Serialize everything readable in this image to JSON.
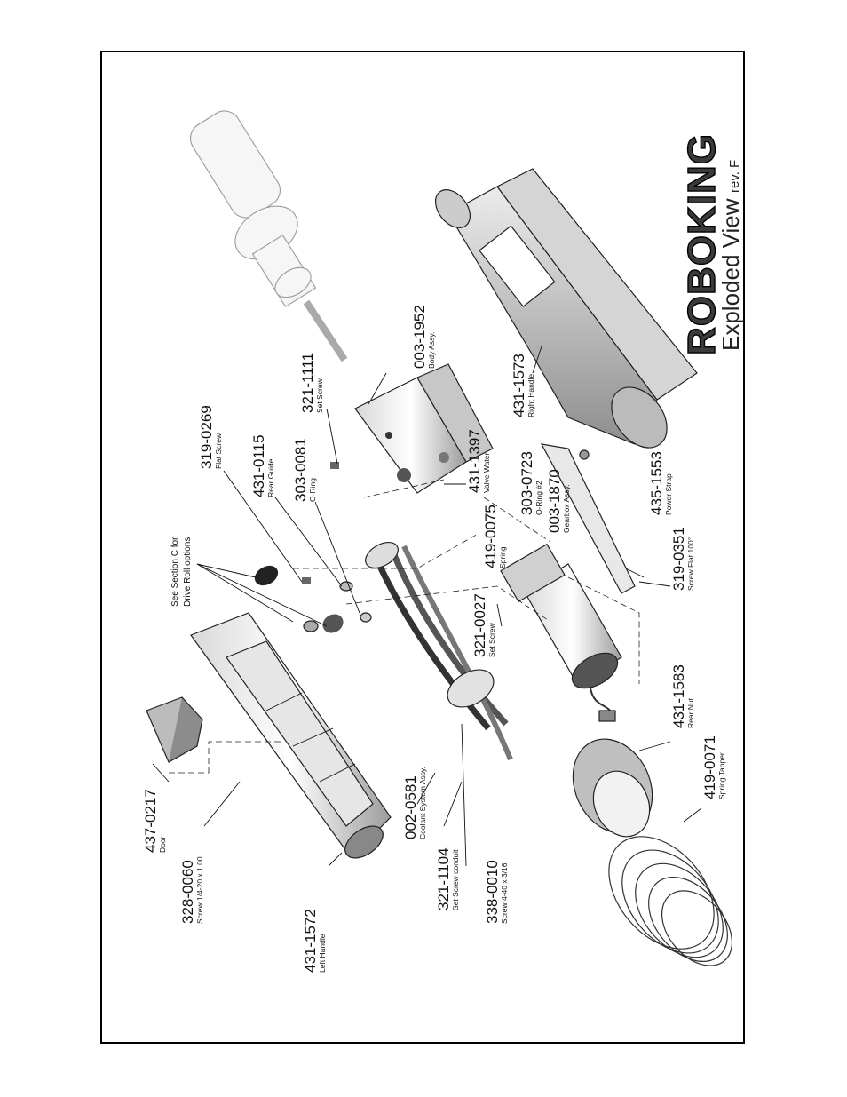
{
  "title": {
    "brand": "ROBOKING",
    "subtitle": "Exploded View",
    "revision": "rev. F"
  },
  "note": {
    "line1": "See Section C for",
    "line2": "Drive Roll options"
  },
  "parts": [
    {
      "number": "437-0217",
      "description": "Door"
    },
    {
      "number": "328-0060",
      "description": "Screw 1/4-20 x 1.00"
    },
    {
      "number": "431-1572",
      "description": "Left Handle"
    },
    {
      "number": "002-0581",
      "description": "Coolant System Assy."
    },
    {
      "number": "321-1104",
      "description": "Set Screw conduit"
    },
    {
      "number": "338-0010",
      "description": "Screw 4-40 x 3/16"
    },
    {
      "number": "319-0269",
      "description": "Flat Screw"
    },
    {
      "number": "431-0115",
      "description": "Rear Guide"
    },
    {
      "number": "303-0081",
      "description": "O-Ring"
    },
    {
      "number": "321-1111",
      "description": "Set Screw"
    },
    {
      "number": "003-1952",
      "description": "Body Assy."
    },
    {
      "number": "431-1397",
      "description": "Valve Water"
    },
    {
      "number": "303-0723",
      "description": "O-Ring #2"
    },
    {
      "number": "003-1870",
      "description": "Gearbox Assy."
    },
    {
      "number": "419-0075",
      "description": "Spring"
    },
    {
      "number": "321-0027",
      "description": "Set Screw"
    },
    {
      "number": "431-1573",
      "description": "Right Handle"
    },
    {
      "number": "435-1553",
      "description": "Power Strap"
    },
    {
      "number": "319-0351",
      "description": "Screw Flat 100°"
    },
    {
      "number": "431-1583",
      "description": "Rear Nut"
    },
    {
      "number": "419-0071",
      "description": "Spring Tapper"
    }
  ]
}
